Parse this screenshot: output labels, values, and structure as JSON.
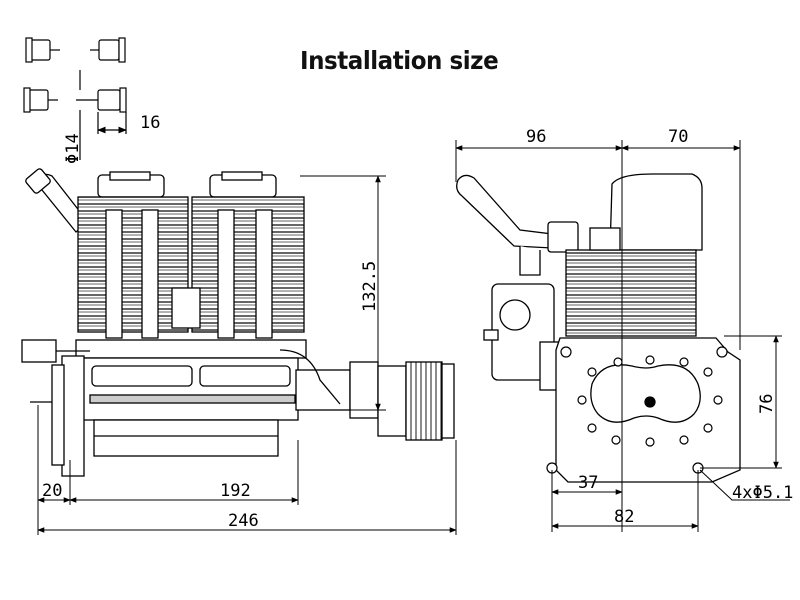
{
  "title": "Installation size",
  "dimensions": {
    "d16": "16",
    "phi14": "Φ14",
    "h132": "132.5",
    "w20": "20",
    "w192": "192",
    "w246": "246",
    "w96": "96",
    "w70": "70",
    "h76": "76",
    "w37": "37",
    "w82": "82",
    "holes": "4xΦ5.1"
  },
  "colors": {
    "line": "#000000",
    "background": "#ffffff"
  }
}
